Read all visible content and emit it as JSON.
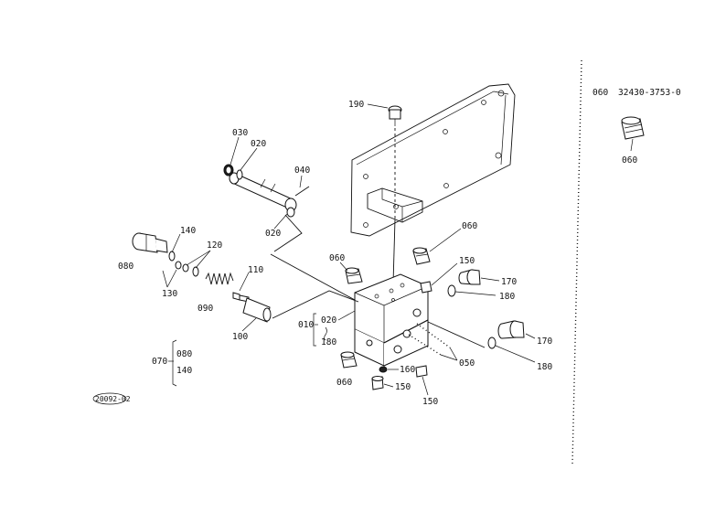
{
  "callouts": {
    "c190": "190",
    "c030": "030",
    "c020a": "020",
    "c040": "040",
    "c020b": "020",
    "c140": "140",
    "c120": "120",
    "c080": "080",
    "c130": "130",
    "c090": "090",
    "c110": "110",
    "c100": "100",
    "c060a": "060",
    "c060b": "060",
    "c060c": "060",
    "c150a": "150",
    "c150b": "150",
    "c150c": "150",
    "c170a": "170",
    "c170b": "170",
    "c180a": "180",
    "c180b": "180",
    "c010": "010",
    "c020c": "020",
    "c180c": "180",
    "c050": "050",
    "c160": "160",
    "c070": "070",
    "c080b": "080",
    "c140b": "140"
  },
  "sidebar": {
    "ref": "060",
    "part_number": "32430-3753-0",
    "label": "060"
  },
  "stamp": "20092-02"
}
